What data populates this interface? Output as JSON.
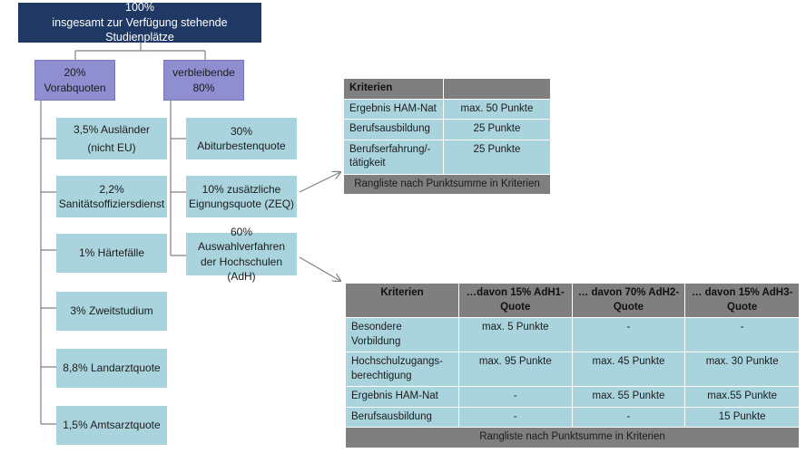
{
  "top": {
    "line1": "100%",
    "line2": "insgesamt zur Verfügung stehende Studienplätze"
  },
  "left_branch": {
    "line1": "20%",
    "line2": "Vorabquoten"
  },
  "right_branch": {
    "line1": "verbleibende",
    "line2": "80%"
  },
  "left_items": [
    {
      "line1": "3,5% Ausländer",
      "line2": "(nicht EU)"
    },
    {
      "line1": "2,2%",
      "line2": "Sanitätsoffiziersdienst"
    },
    {
      "line1": "1% Härtefälle",
      "line2": ""
    },
    {
      "line1": "3% Zweitstudium",
      "line2": ""
    },
    {
      "line1": "8,8% Landarztquote",
      "line2": ""
    },
    {
      "line1": "1,5% Amtsarztquote",
      "line2": ""
    }
  ],
  "right_items": [
    {
      "line1": "30%",
      "line2": "Abiturbestenquote",
      "line3": ""
    },
    {
      "line1": "10% zusätzliche",
      "line2": "Eignungsquote (ZEQ)",
      "line3": ""
    },
    {
      "line1": "60% Auswahlverfahren",
      "line2": "der Hochschulen",
      "line3": "(AdH)"
    }
  ],
  "zeq_table": {
    "header": [
      "Kriterien",
      ""
    ],
    "rows": [
      [
        "Ergebnis HAM-Nat",
        "max. 50 Punkte"
      ],
      [
        "Berufsausbildung",
        "25 Punkte"
      ],
      [
        "Berufserfahrung/-tätigkeit",
        "25 Punkte"
      ]
    ],
    "footer": "Rangliste nach Punktsumme in Kriterien"
  },
  "adh_table": {
    "header": [
      "Kriterien",
      "…davon 15% AdH1-Quote",
      "… davon 70% AdH2-Quote",
      "… davon 15% AdH3-Quote"
    ],
    "rows": [
      [
        "Besondere Vorbildung",
        "max. 5 Punkte",
        "-",
        "-"
      ],
      [
        "Hochschulzugangs-berechtigung",
        "max. 95 Punkte",
        "max. 45 Punkte",
        "max. 30 Punkte"
      ],
      [
        "Ergebnis HAM-Nat",
        "-",
        "max. 55 Punkte",
        "max.55 Punkte"
      ],
      [
        "Berufsausbildung",
        "-",
        "-",
        "15 Punkte"
      ]
    ],
    "footer": "Rangliste nach Punktsumme in Kriterien"
  },
  "colors": {
    "top_box": "#1f3864",
    "branch_box": "#8e8ed0",
    "item_box": "#a9d3dd",
    "table_header": "#7f7f7f",
    "connector": "#808080"
  }
}
